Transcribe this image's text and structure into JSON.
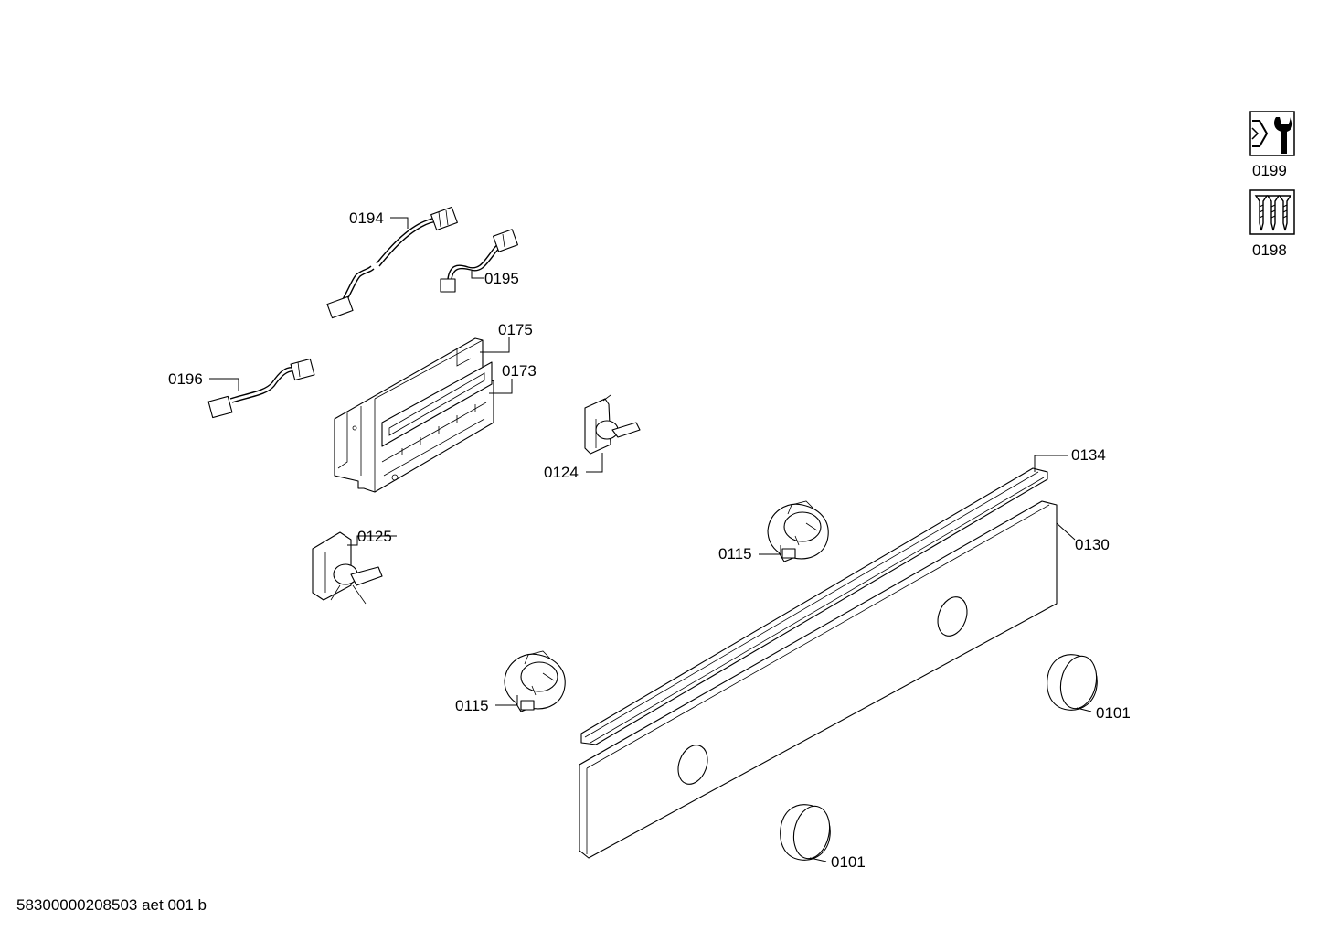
{
  "footer": {
    "drawing_id": "58300000208503 aet 001 b"
  },
  "labels": {
    "p0194": "0194",
    "p0195": "0195",
    "p0175": "0175",
    "p0173": "0173",
    "p0196": "0196",
    "p0124": "0124",
    "p0125": "0125",
    "p0134": "0134",
    "p0130": "0130",
    "p0115a": "0115",
    "p0115b": "0115",
    "p0101a": "0101",
    "p0101b": "0101",
    "p0199": "0199",
    "p0198": "0198"
  },
  "icons": {
    "service_kit": "wrench-nut-icon",
    "screw_set": "screws-icon"
  }
}
